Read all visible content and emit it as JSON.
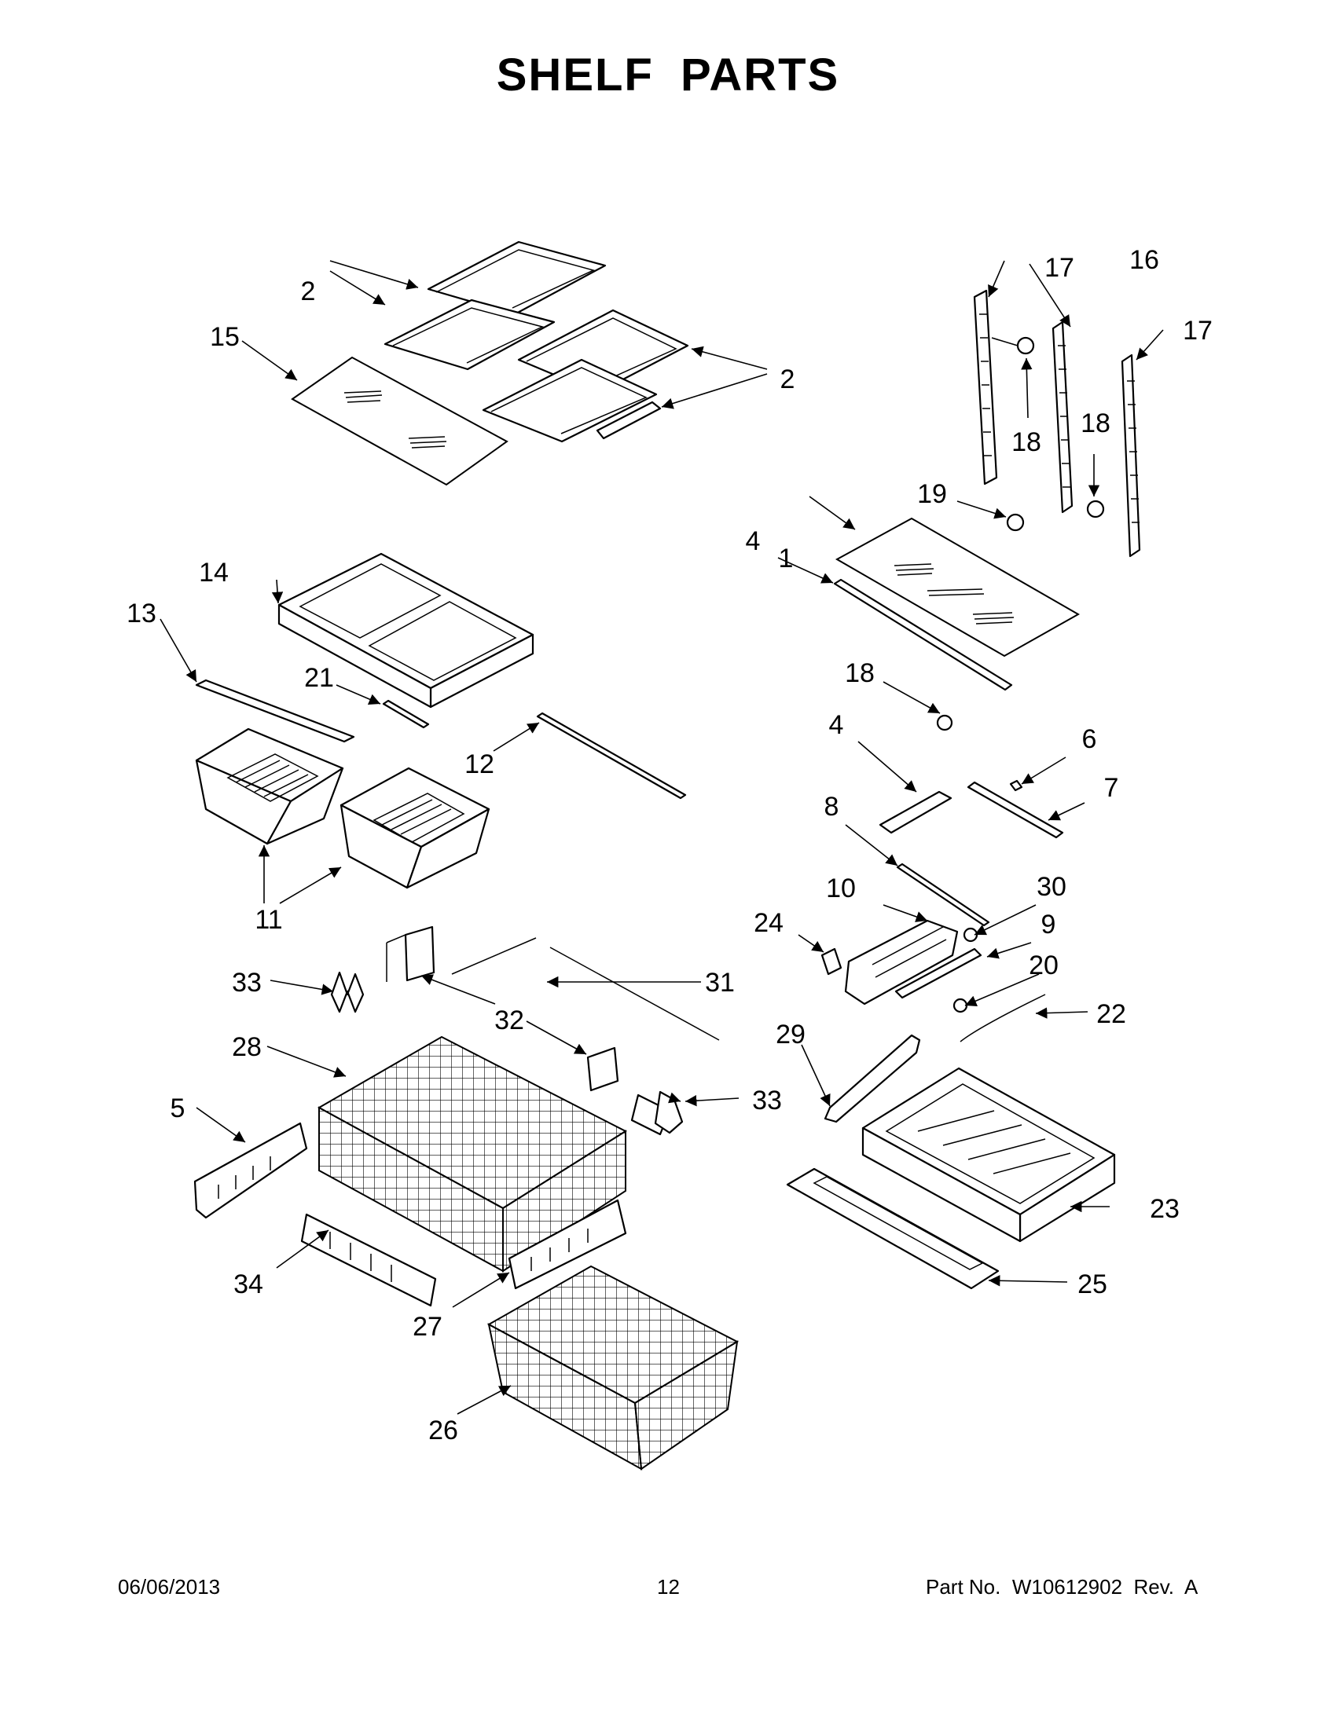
{
  "page": {
    "title": "SHELF  PARTS"
  },
  "callouts": [
    "1",
    "2",
    "2",
    "4",
    "4",
    "5",
    "6",
    "7",
    "8",
    "9",
    "10",
    "11",
    "12",
    "13",
    "14",
    "15",
    "16",
    "17",
    "17",
    "18",
    "18",
    "18",
    "19",
    "20",
    "21",
    "22",
    "23",
    "24",
    "25",
    "26",
    "27",
    "28",
    "29",
    "30",
    "31",
    "32",
    "33",
    "33",
    "34"
  ],
  "footer": {
    "date": "06/06/2013",
    "page_number": "12",
    "part_no": "Part No.  W10612902  Rev.  A"
  }
}
